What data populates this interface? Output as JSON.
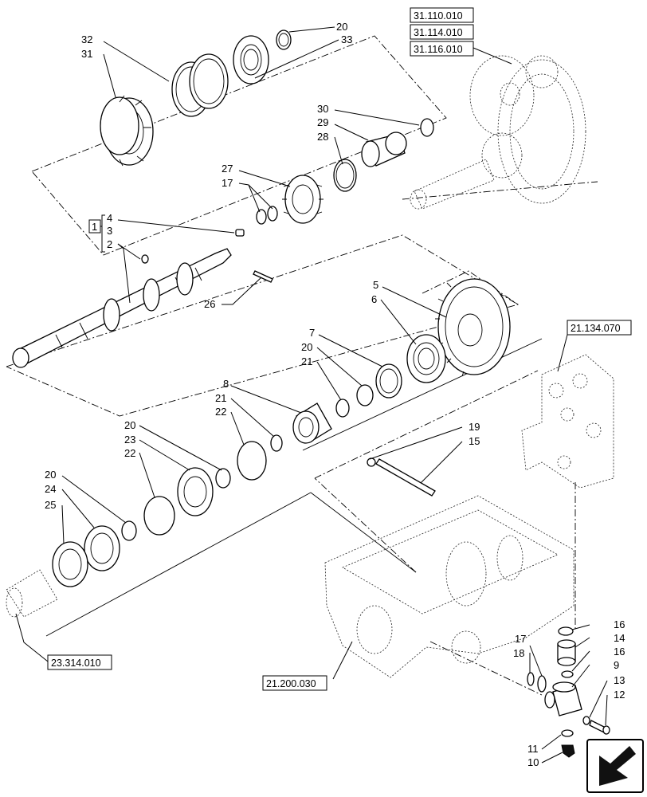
{
  "callouts": [
    {
      "id": "c20a",
      "text": "20"
    },
    {
      "id": "c32",
      "text": "32"
    },
    {
      "id": "c31",
      "text": "31"
    },
    {
      "id": "c33",
      "text": "33"
    },
    {
      "id": "c30",
      "text": "30"
    },
    {
      "id": "c29",
      "text": "29"
    },
    {
      "id": "c28",
      "text": "28"
    },
    {
      "id": "c27",
      "text": "27"
    },
    {
      "id": "c17a",
      "text": "17"
    },
    {
      "id": "c4",
      "text": "4"
    },
    {
      "id": "c3",
      "text": "3"
    },
    {
      "id": "c2",
      "text": "2"
    },
    {
      "id": "c26",
      "text": "26"
    },
    {
      "id": "c5",
      "text": "5"
    },
    {
      "id": "c6",
      "text": "6"
    },
    {
      "id": "c7",
      "text": "7"
    },
    {
      "id": "c20b",
      "text": "20"
    },
    {
      "id": "c21a",
      "text": "21"
    },
    {
      "id": "c8",
      "text": "8"
    },
    {
      "id": "c21b",
      "text": "21"
    },
    {
      "id": "c22a",
      "text": "22"
    },
    {
      "id": "c20c",
      "text": "20"
    },
    {
      "id": "c23",
      "text": "23"
    },
    {
      "id": "c22b",
      "text": "22"
    },
    {
      "id": "c20d",
      "text": "20"
    },
    {
      "id": "c24",
      "text": "24"
    },
    {
      "id": "c25",
      "text": "25"
    },
    {
      "id": "c19",
      "text": "19"
    },
    {
      "id": "c15",
      "text": "15"
    },
    {
      "id": "c16a",
      "text": "16"
    },
    {
      "id": "c14",
      "text": "14"
    },
    {
      "id": "c16b",
      "text": "16"
    },
    {
      "id": "c9",
      "text": "9"
    },
    {
      "id": "c17b",
      "text": "17"
    },
    {
      "id": "c18",
      "text": "18"
    },
    {
      "id": "c13",
      "text": "13"
    },
    {
      "id": "c12",
      "text": "12"
    },
    {
      "id": "c11",
      "text": "11"
    },
    {
      "id": "c10",
      "text": "10"
    }
  ],
  "group_bracket": {
    "text": "1"
  },
  "references": [
    {
      "id": "r1",
      "text": "31.110.010"
    },
    {
      "id": "r2",
      "text": "31.114.010"
    },
    {
      "id": "r3",
      "text": "31.116.010"
    },
    {
      "id": "r4",
      "text": "21.134.070"
    },
    {
      "id": "r5",
      "text": "23.314.010"
    },
    {
      "id": "r6",
      "text": "21.200.030"
    }
  ],
  "nav_icon": "next-page-arrow-icon"
}
